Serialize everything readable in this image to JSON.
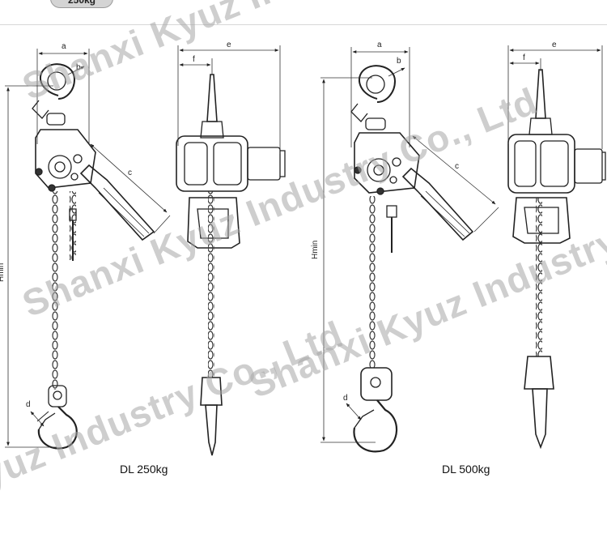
{
  "header": {
    "weight_tab": "250kg"
  },
  "captions": {
    "left": "DL 250kg",
    "right": "DL 500kg"
  },
  "dimensions": {
    "a": "a",
    "b": "b",
    "c": "c",
    "d": "d",
    "e": "e",
    "f": "f",
    "h": "Hmin"
  },
  "watermark": {
    "line1": "Shanxi Kyuz Industry Co., Ltd",
    "line2": "Shanxi Kyuz Industry Co., Ltd",
    "line3": "Shanxi Kyuz Industry Co., Ltd",
    "line4": "Shanxi Kyuz Industry Co., Ltd"
  }
}
